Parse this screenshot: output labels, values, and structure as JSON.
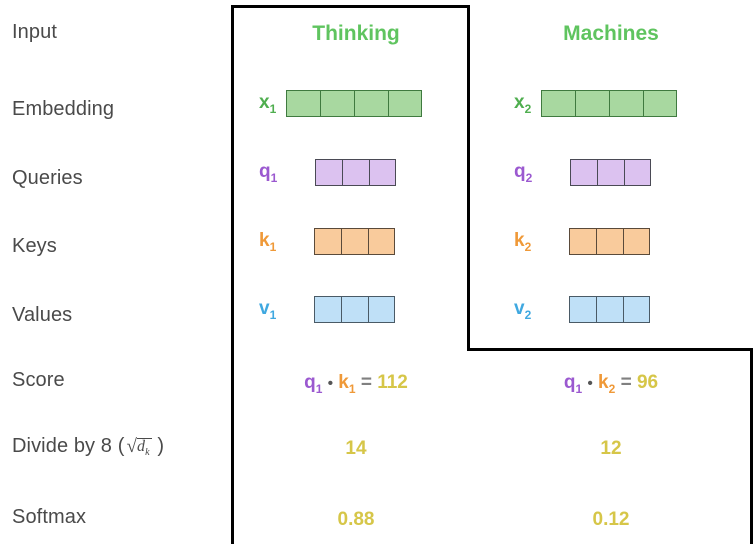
{
  "rows": {
    "input": "Input",
    "embedding": "Embedding",
    "queries": "Queries",
    "keys": "Keys",
    "values": "Values",
    "score": "Score",
    "divide_prefix": "Divide by 8 (",
    "divide_sqrt_sign": "√",
    "divide_radicand": "d",
    "divide_radicand_sub": "k",
    "divide_suffix": ")",
    "softmax": "Softmax"
  },
  "columns": [
    {
      "word": "Thinking",
      "embedding": {
        "name": "x",
        "sub": "1",
        "cells": 4
      },
      "query": {
        "name": "q",
        "sub": "1",
        "cells": 3
      },
      "key": {
        "name": "k",
        "sub": "1",
        "cells": 3
      },
      "value": {
        "name": "v",
        "sub": "1",
        "cells": 3
      },
      "score": {
        "q_name": "q",
        "q_sub": "1",
        "dot": "•",
        "k_name": "k",
        "k_sub": "1",
        "eq": "=",
        "result": "112"
      },
      "divided": "14",
      "softmax": "0.88"
    },
    {
      "word": "Machines",
      "embedding": {
        "name": "x",
        "sub": "2",
        "cells": 4
      },
      "query": {
        "name": "q",
        "sub": "2",
        "cells": 3
      },
      "key": {
        "name": "k",
        "sub": "2",
        "cells": 3
      },
      "value": {
        "name": "v",
        "sub": "2",
        "cells": 3
      },
      "score": {
        "q_name": "q",
        "q_sub": "1",
        "dot": "•",
        "k_name": "k",
        "k_sub": "2",
        "eq": "=",
        "result": "96"
      },
      "divided": "12",
      "softmax": "0.12"
    }
  ],
  "colors": {
    "embedding_fill": "#a8d8a0",
    "embedding_text": "#4fae4f",
    "query_fill": "#dcc2f0",
    "query_text": "#9b59d0",
    "key_fill": "#f9cb9c",
    "key_text": "#ef9938",
    "value_fill": "#bfe0f7",
    "value_text": "#3fa8e0",
    "number_text": "#d6c648",
    "word_header": "#5fc45f",
    "label_text": "#4a4a4a",
    "frame": "#000000"
  }
}
